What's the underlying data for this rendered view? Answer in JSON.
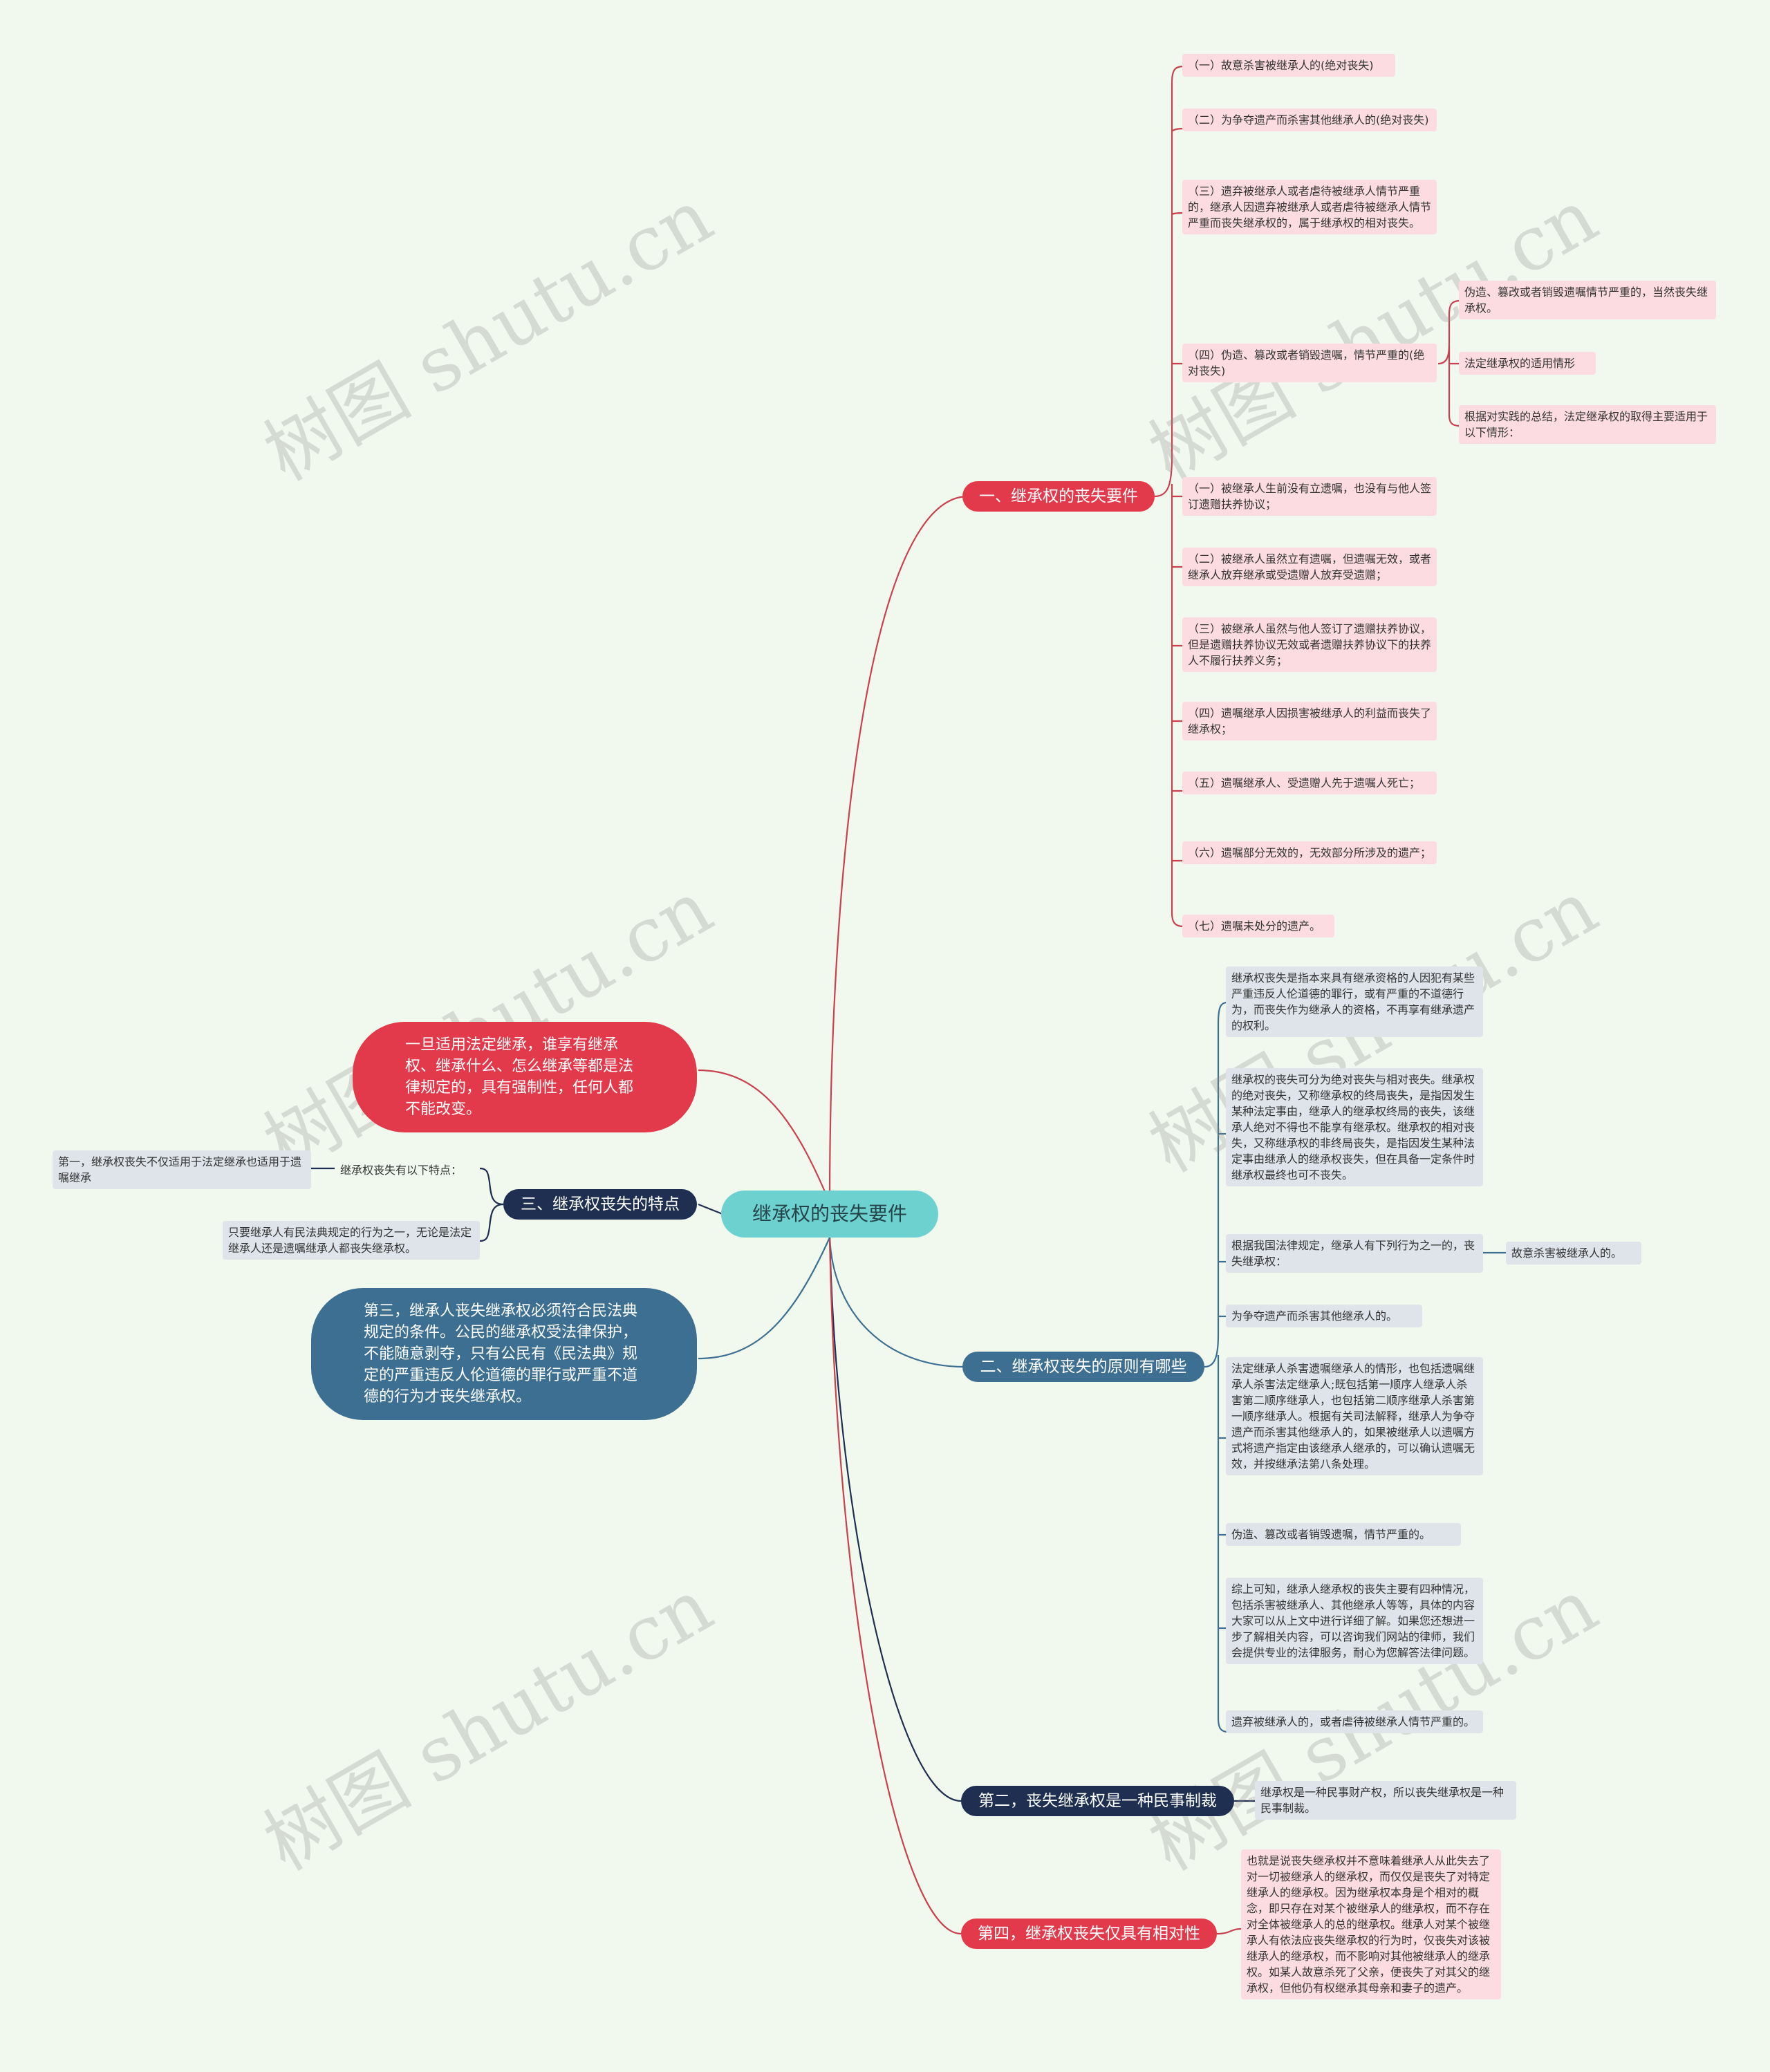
{
  "colors": {
    "background": "#f1f9ee",
    "red": "#e23a4b",
    "steel_blue": "#3c6f91",
    "navy": "#1e2f52",
    "teal_root": "#6dd1cf",
    "pink_leaf": "#fcdce1",
    "gray_leaf": "#dfe4ea"
  },
  "watermark": "树图 shutu.cn",
  "root": "继承权的丧失要件",
  "branch1": {
    "label": "一、继承权的丧失要件",
    "items": [
      "（一）故意杀害被继承人的(绝对丧失)",
      "（二）为争夺遗产而杀害其他继承人的(绝对丧失)",
      "（三）遗弃被继承人或者虐待被继承人情节严重的，继承人因遗弃被继承人或者虐待被继承人情节严重而丧失继承权的，属于继承权的相对丧失。",
      "（四）伪造、篡改或者销毁遗嘱，情节严重的(绝对丧失)",
      "（一）被继承人生前没有立遗嘱，也没有与他人签订遗赠扶养协议；",
      "（二）被继承人虽然立有遗嘱，但遗嘱无效，或者继承人放弃继承或受遗赠人放弃受遗赠；",
      "（三）被继承人虽然与他人签订了遗赠扶养协议，但是遗赠扶养协议无效或者遗赠扶养协议下的扶养人不履行扶养义务；",
      "（四）遗嘱继承人因损害被继承人的利益而丧失了继承权；",
      "（五）遗嘱继承人、受遗赠人先于遗嘱人死亡；",
      "（六）遗嘱部分无效的，无效部分所涉及的遗产；",
      "（七）遗嘱未处分的遗产。"
    ],
    "sub_items": [
      "伪造、篡改或者销毁遗嘱情节严重的，当然丧失继承权。",
      "法定继承权的适用情形",
      "根据对实践的总结，法定继承权的取得主要适用于以下情形："
    ]
  },
  "branch2": {
    "label": "二、继承权丧失的原则有哪些",
    "items": [
      "继承权丧失是指本来具有继承资格的人因犯有某些严重违反人伦道德的罪行，或有严重的不道德行为，而丧失作为继承人的资格，不再享有继承遗产的权利。",
      "继承权的丧失可分为绝对丧失与相对丧失。继承权的绝对丧失，又称继承权的终局丧失，是指因发生某种法定事由，继承人的继承权终局的丧失，该继承人绝对不得也不能享有继承权。继承权的相对丧失，又称继承权的非终局丧失，是指因发生某种法定事由继承人的继承权丧失，但在具备一定条件时继承权最终也可不丧失。",
      "根据我国法律规定，继承人有下列行为之一的，丧失继承权：",
      "为争夺遗产而杀害其他继承人的。",
      "法定继承人杀害遗嘱继承人的情形，也包括遗嘱继承人杀害法定继承人;既包括第一顺序人继承人杀害第二顺序继承人，也包括第二顺序继承人杀害第一顺序继承人。根据有关司法解释，继承人为争夺遗产而杀害其他继承人的，如果被继承人以遗嘱方式将遗产指定由该继承人继承的，可以确认遗嘱无效，并按继承法第八条处理。",
      "伪造、篡改或者销毁遗嘱，情节严重的。",
      "综上可知，继承人继承权的丧失主要有四种情况，包括杀害被继承人、其他继承人等等，具体的内容大家可以从上文中进行详细了解。如果您还想进一步了解相关内容，可以咨询我们网站的律师，我们会提供专业的法律服务，耐心为您解答法律问题。",
      "遗弃被继承人的，或者虐待被继承人情节严重的。"
    ],
    "sub_item": "故意杀害被继承人的。"
  },
  "branch_second": {
    "label": "第二，丧失继承权是一种民事制裁",
    "item": "继承权是一种民事财产权，所以丧失继承权是一种民事制裁。"
  },
  "branch4": {
    "label": "第四，继承权丧失仅具有相对性",
    "item": "也就是说丧失继承权并不意味着继承人从此失去了对一切被继承人的继承权，而仅仅是丧失了对特定继承人的继承权。因为继承权本身是个相对的概念，即只存在对某个被继承人的继承权，而不存在对全体被继承人的总的继承权。继承人对某个被继承人有依法应丧失继承权的行为时，仅丧失对该被继承人的继承权，而不影响对其他被继承人的继承权。如某人故意杀死了父亲，便丧失了对其父的继承权，但他仍有权继承其母亲和妻子的遗产。"
  },
  "left_bubble_top": "一旦适用法定继承，谁享有继承权、继承什么、怎么继承等都是法律规定的，具有强制性，任何人都不能改变。",
  "branch3": {
    "label": "三、继承权丧失的特点",
    "mid": "继承权丧失有以下特点：",
    "far": "第一，继承权丧失不仅适用于法定继承也适用于遗嘱继承",
    "low": "只要继承人有民法典规定的行为之一，无论是法定继承人还是遗嘱继承人都丧失继承权。"
  },
  "left_bubble_bottom": "第三，继承人丧失继承权必须符合民法典规定的条件。公民的继承权受法律保护，不能随意剥夺，只有公民有《民法典》规定的严重违反人伦道德的罪行或严重不道德的行为才丧失继承权。"
}
